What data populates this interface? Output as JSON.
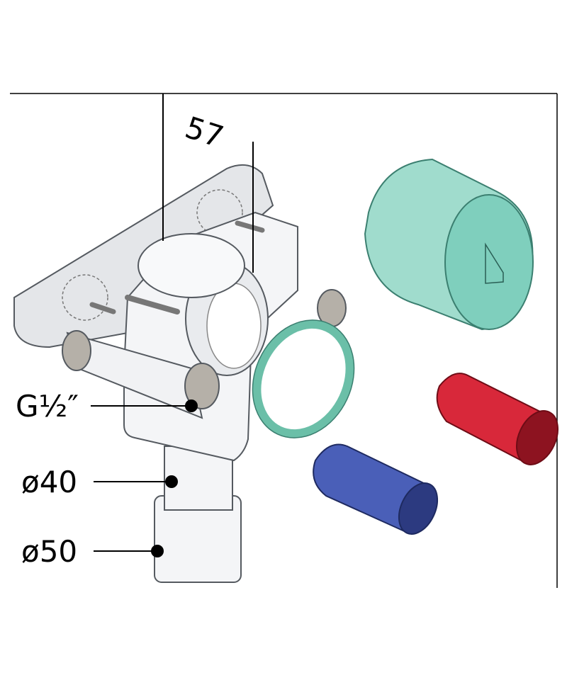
{
  "diagram": {
    "dimension_label": "57",
    "thread_label": "G½″",
    "diameter_40_label": "ø40",
    "diameter_50_label": "ø50"
  },
  "colors": {
    "body": "#f2f3f5",
    "outline": "#555a60",
    "cap_teal": "#7fcfbd",
    "ring_teal": "#6bbfa8",
    "red_sleeve": "#d8283a",
    "blue_sleeve": "#4a5fb8"
  }
}
